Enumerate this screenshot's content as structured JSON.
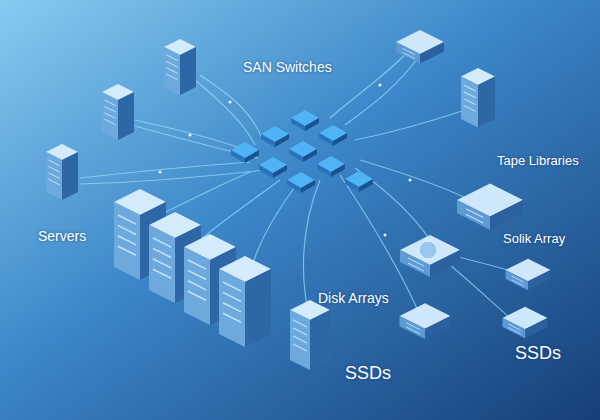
{
  "diagram": {
    "labels": [
      "SAN Switches",
      "Tape Libraries",
      "Servers",
      "Solik Array",
      "Disk Arrays",
      "SSDs",
      "SSDs"
    ]
  }
}
